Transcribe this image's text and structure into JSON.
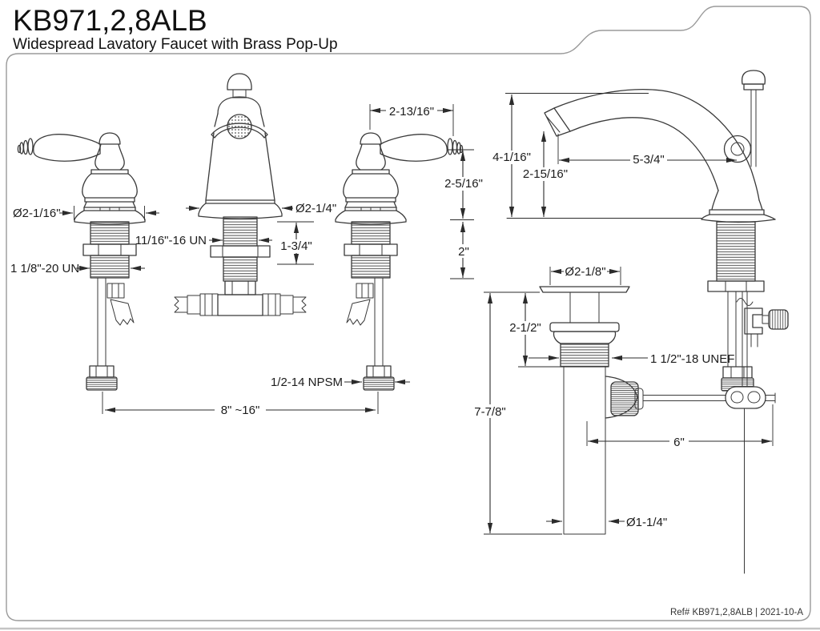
{
  "header": {
    "title": "KB971,2,8ALB",
    "subtitle": "Widespread Lavatory Faucet with Brass Pop-Up"
  },
  "footer": {
    "ref": "Ref# KB971,2,8ALB | 2021-10-A"
  },
  "colors": {
    "background": "#ffffff",
    "line": "#3a3a3a",
    "dimension": "#2b2b2b",
    "text": "#1c1c1c",
    "border": "#9a9a9a"
  },
  "dimensions": {
    "handle_flange_diameter": "Ø2-1/16\"",
    "handle_mount_thread": "1 1/8\"-20 UN",
    "spout_mount_thread": "11/16\"-16 UN",
    "spout_flange_diameter": "Ø2-1/4\"",
    "spout_shank_length": "1-3/4\"",
    "handle_reach": "2-13/16\"",
    "handle_height": "2-5/16\"",
    "handle_shank_length": "2\"",
    "supply_connection_thread": "1/2-14 NPSM",
    "installation_centers": "8\" ~16\"",
    "faucet_height": "4-1/16\"",
    "spout_outlet_height": "2-15/16\"",
    "spout_reach": "5-3/4\"",
    "drain_flange_diameter": "Ø2-1/8\"",
    "drain_deck_depth": "2-1/2\"",
    "drain_body_thread": "1 1/2\"-18 UNEF",
    "drain_overall_height": "7-7/8\"",
    "pivot_rod_length": "6\"",
    "tailpiece_diameter": "Ø1-1/4\""
  }
}
